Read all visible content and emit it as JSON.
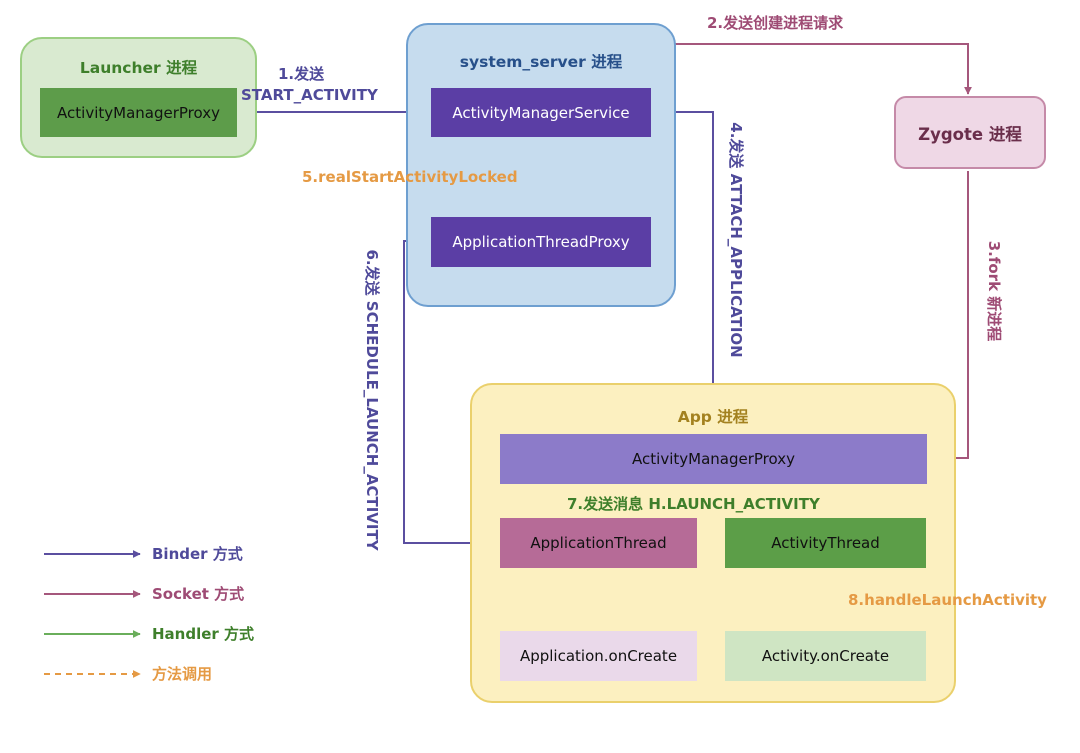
{
  "groups": {
    "launcher": "Launcher 进程",
    "system_server": "system_server 进程",
    "app": "App 进程"
  },
  "nodes": {
    "launcher_am_proxy": "ActivityManagerProxy",
    "ams": "ActivityManagerService",
    "app_thread_proxy": "ApplicationThreadProxy",
    "zygote": "Zygote 进程",
    "app_am_proxy": "ActivityManagerProxy",
    "application_thread": "ApplicationThread",
    "activity_thread": "ActivityThread",
    "application_oncreate": "Application.onCreate",
    "activity_oncreate": "Activity.onCreate"
  },
  "edges": {
    "step1_line1": "1.发送",
    "step1_line2": "START_ACTIVITY",
    "step2": "2.发送创建进程请求",
    "step3": "3.fork 新进程",
    "step4": "4.发送 ATTACH_APPLICATION",
    "step5": "5.realStartActivityLocked",
    "step6": "6.发送 SCHEDULE_LAUNCH_ACTIVITY",
    "step7": "7.发送消息 H.LAUNCH_ACTIVITY",
    "step8": "8.handleLaunchActivity"
  },
  "legend": [
    {
      "label": "Binder 方式",
      "color": "#5b4fa0"
    },
    {
      "label": "Socket 方式",
      "color": "#a5577c"
    },
    {
      "label": "Handler 方式",
      "color": "#6aae5b"
    },
    {
      "label": "方法调用",
      "color": "#e59a44"
    }
  ],
  "colors": {
    "binder": "#5b4fa0",
    "socket": "#a5577c",
    "handler": "#6aae5b",
    "method_call": "#e59a44"
  }
}
